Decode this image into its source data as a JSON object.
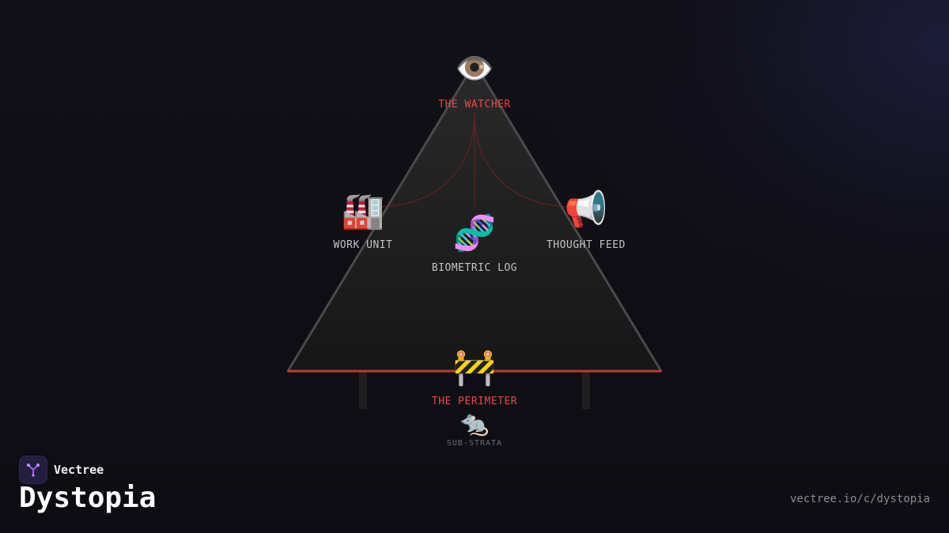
{
  "brand": {
    "name": "Vectree",
    "logo_icon": "tree-branch-icon",
    "accent": "#9b5cf0"
  },
  "page": {
    "title": "Dystopia",
    "url": "vectree.io/c/dystopia"
  },
  "colors": {
    "alert_red": "#e8484a",
    "triangle_edge": "#4a4a4a",
    "base_line": "#c0392b"
  },
  "nodes": {
    "watcher": {
      "label": "THE WATCHER",
      "icon": "eye-icon",
      "glyph": "👁️"
    },
    "work": {
      "label": "WORK UNIT",
      "icon": "factory-icon",
      "glyph": "🏭"
    },
    "biometric": {
      "label": "BIOMETRIC LOG",
      "icon": "dna-icon",
      "glyph": "🧬"
    },
    "thought": {
      "label": "THOUGHT FEED",
      "icon": "megaphone-icon",
      "glyph": "📢"
    },
    "perimeter": {
      "label": "THE PERIMETER",
      "icon": "barrier-icon",
      "glyph": "🚧"
    },
    "substrata": {
      "label": "SUB-STRATA",
      "icon": "rat-icon",
      "glyph": "🐀"
    }
  }
}
